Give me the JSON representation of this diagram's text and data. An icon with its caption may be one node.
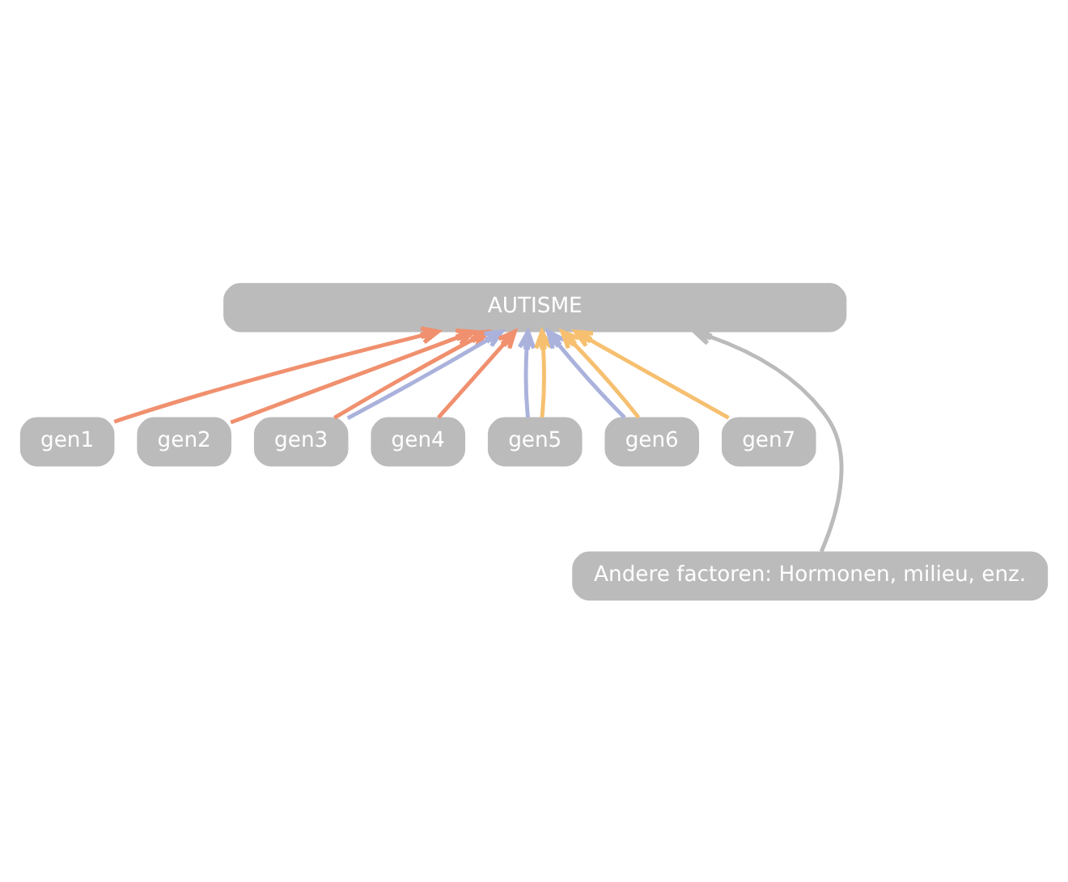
{
  "diagram": {
    "nodes": [
      {
        "text": [
          "AUTISME"
        ]
      },
      {
        "text": [
          "gen1"
        ]
      },
      {
        "text": [
          "gen2"
        ]
      },
      {
        "text": [
          "gen3"
        ]
      },
      {
        "text": [
          "gen4"
        ]
      },
      {
        "text": [
          "gen5"
        ]
      },
      {
        "text": [
          "gen6"
        ]
      },
      {
        "text": [
          "gen7"
        ]
      },
      {
        "text": [
          "Andere factoren: Hormonen, milieu, enz."
        ]
      }
    ],
    "edges": [
      {
        "from": 1,
        "to": 0,
        "arrow": "to"
      },
      {
        "from": 2,
        "to": 0,
        "arrow": "to"
      },
      {
        "from": 3,
        "to": 0,
        "arrow": "to"
      },
      {
        "from": 4,
        "to": 0,
        "arrow": "to"
      },
      {
        "from": 3,
        "to": 0,
        "arrow": "to",
        "color": "#aab2dc"
      },
      {
        "from": 5,
        "to": 0,
        "arrow": "to",
        "color": "#aab2dc"
      },
      {
        "from": 6,
        "to": 0,
        "arrow": "to",
        "color": "#aab2dc"
      },
      {
        "from": 5,
        "to": 0,
        "arrow": "to",
        "color": "#f6c070"
      },
      {
        "from": 6,
        "to": 0,
        "arrow": "to",
        "color": "#f6c070"
      },
      {
        "from": 7,
        "to": 0,
        "arrow": "to",
        "color": "#f6c070"
      },
      {
        "from": 8,
        "to": 0,
        "arrow": "to",
        "color": "#bbbbbb"
      }
    ]
  }
}
